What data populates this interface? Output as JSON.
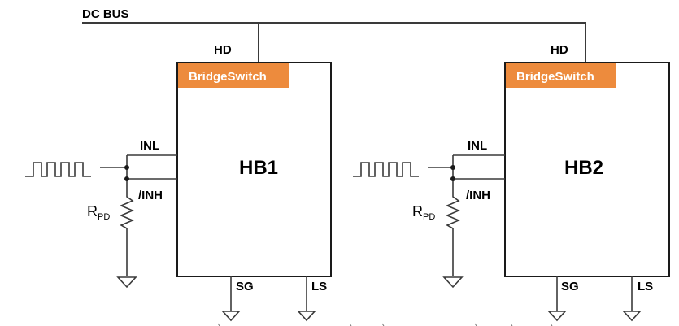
{
  "bus_label": "DC BUS",
  "colors": {
    "badge": "#ED8B3D",
    "wire": "#3a3a3a"
  },
  "blocks": [
    {
      "name": "HB1",
      "badge": "BridgeSwitch",
      "pins": {
        "hd": "HD",
        "inl": "INL",
        "inh": "/INH",
        "sg": "SG",
        "ls": "LS"
      },
      "resistor": {
        "main": "R",
        "sub": "PD"
      }
    },
    {
      "name": "HB2",
      "badge": "BridgeSwitch",
      "pins": {
        "hd": "HD",
        "inl": "INL",
        "inh": "/INH",
        "sg": "SG",
        "ls": "LS"
      },
      "resistor": {
        "main": "R",
        "sub": "PD"
      }
    }
  ]
}
